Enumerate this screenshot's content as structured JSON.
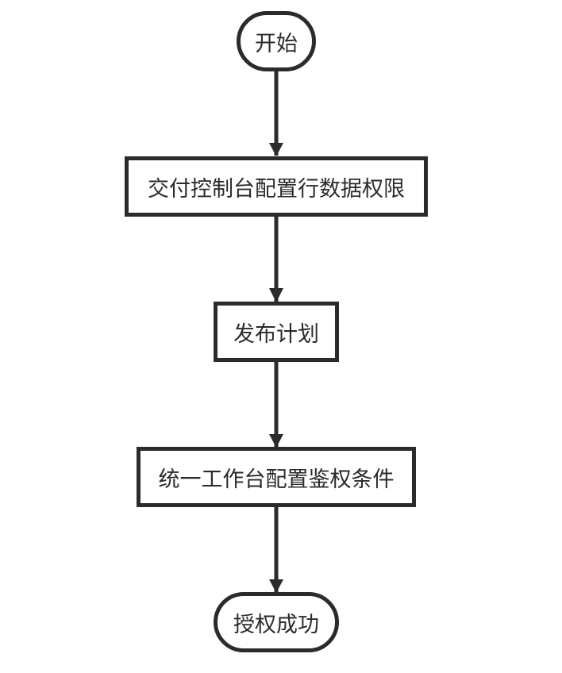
{
  "diagram": {
    "nodes": [
      {
        "id": "start",
        "type": "terminal",
        "label": "开始"
      },
      {
        "id": "configure-row-permissions",
        "type": "process",
        "label": "交付控制台配置行数据权限"
      },
      {
        "id": "publish-plan",
        "type": "process",
        "label": "发布计划"
      },
      {
        "id": "configure-auth-conditions",
        "type": "process",
        "label": "统一工作台配置鉴权条件"
      },
      {
        "id": "authorized",
        "type": "terminal",
        "label": "授权成功"
      }
    ],
    "edges": [
      {
        "from": "start",
        "to": "configure-row-permissions"
      },
      {
        "from": "configure-row-permissions",
        "to": "publish-plan"
      },
      {
        "from": "publish-plan",
        "to": "configure-auth-conditions"
      },
      {
        "from": "configure-auth-conditions",
        "to": "authorized"
      }
    ],
    "colors": {
      "stroke": "#2b2b2b",
      "background": "#ffffff",
      "text": "#2b2b2b"
    }
  }
}
